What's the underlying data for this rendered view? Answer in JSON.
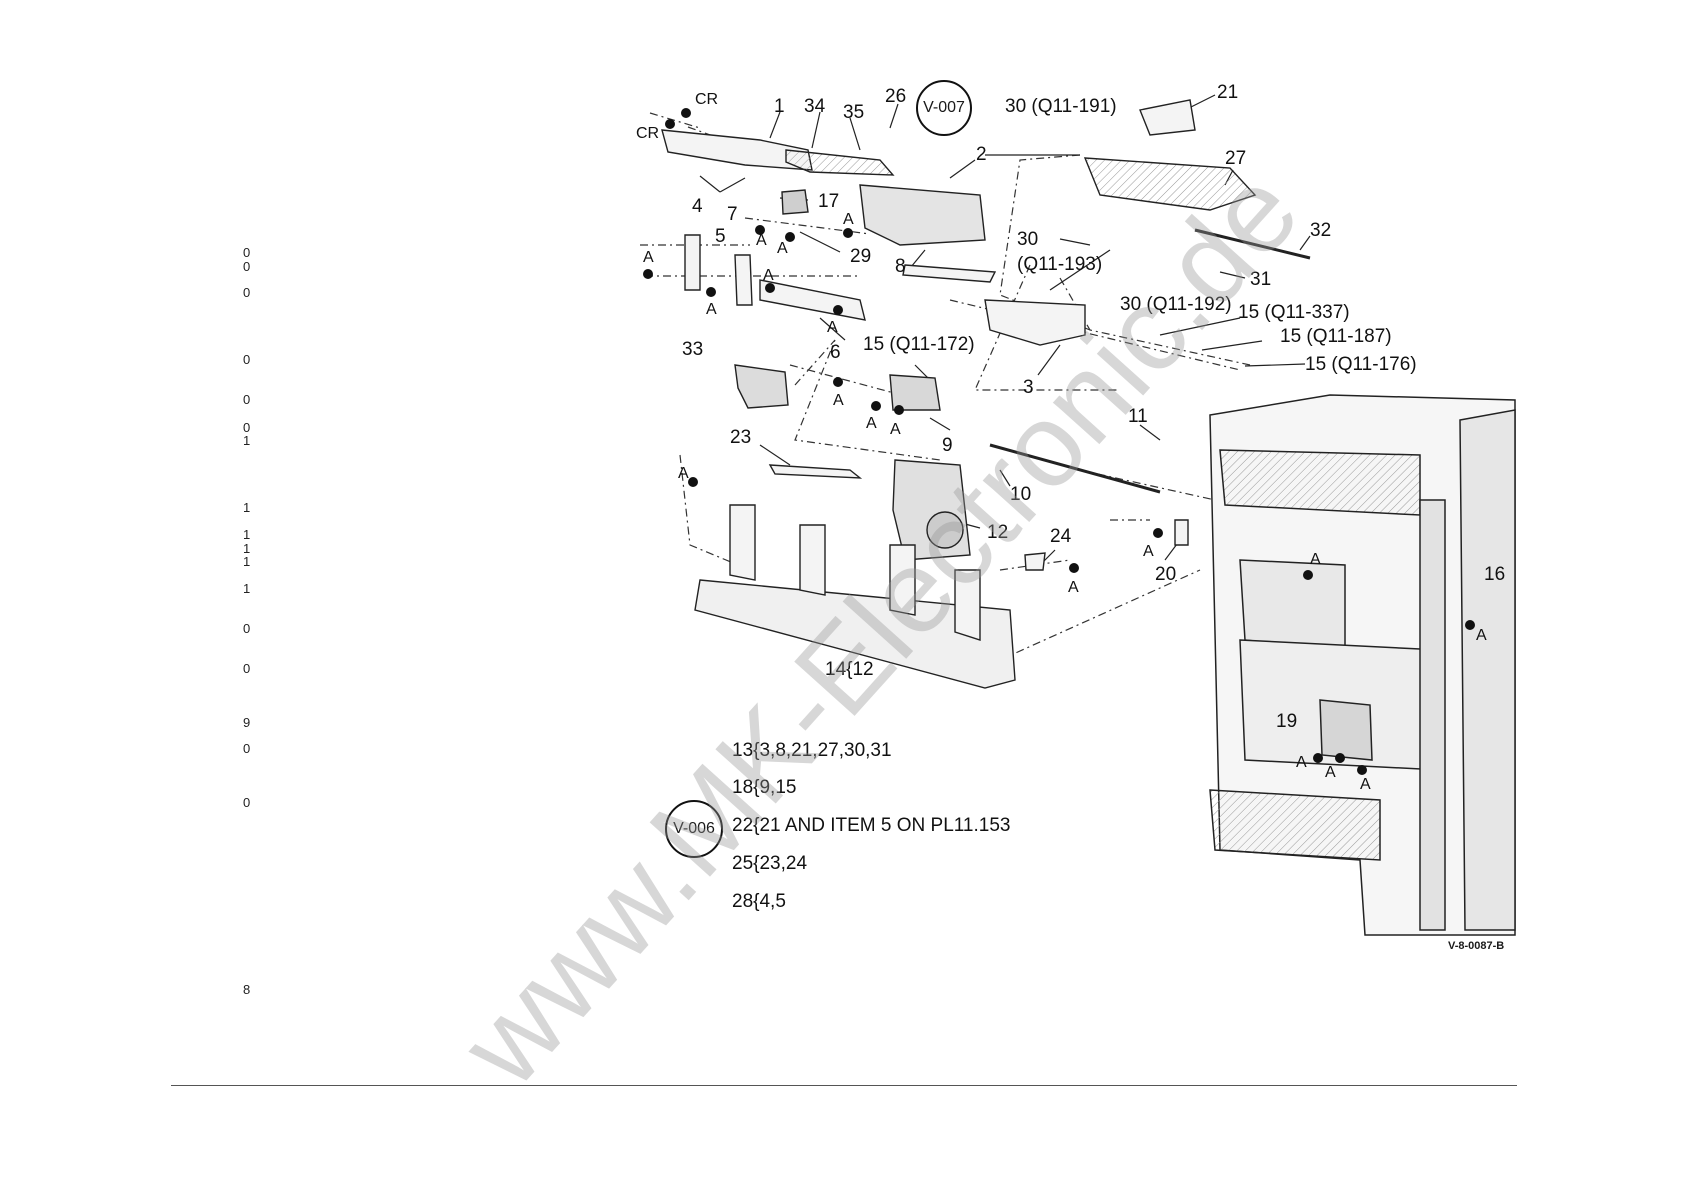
{
  "margin_digits": [
    "0",
    "0",
    "0",
    "0",
    "0",
    "0",
    "1",
    "1",
    "1",
    "1",
    "1",
    "1",
    "0",
    "0",
    "9",
    "0",
    "0",
    "8"
  ],
  "labels": {
    "cr_top": "CR",
    "cr_left": "CR",
    "p1": "1",
    "p34": "34",
    "p35": "35",
    "p26": "26",
    "p30_q191": "30 (Q11-191)",
    "p21": "21",
    "p2": "2",
    "p27": "27",
    "p17": "17",
    "p7": "7",
    "p4": "4",
    "p5": "5",
    "p29": "29",
    "p30": "30",
    "q193": "(Q11-193)",
    "p32": "32",
    "p31": "31",
    "p8": "8",
    "p30_q192": "30 (Q11-192)",
    "p15_q337": "15 (Q11-337)",
    "p15_q187": "15 (Q11-187)",
    "p15_q176": "15 (Q11-176)",
    "p6": "6",
    "p33": "33",
    "p15_q172": "15 (Q11-172)",
    "p3": "3",
    "p9": "9",
    "p11": "11",
    "p23": "23",
    "p10": "10",
    "p12": "12",
    "p24": "24",
    "p20": "20",
    "p16": "16",
    "p19": "19",
    "p14": "14{12",
    "a": "A"
  },
  "legend": [
    "13{3,8,21,27,30,31",
    "18{9,15",
    "22{21 AND ITEM 5 ON PL11.153",
    "25{23,24",
    "28{4,5"
  ],
  "view_refs": {
    "v007": "V-007",
    "v006": "V-006"
  },
  "drawing_id": "V-8-0087-B",
  "watermark": "www.MK-Electronic.de"
}
